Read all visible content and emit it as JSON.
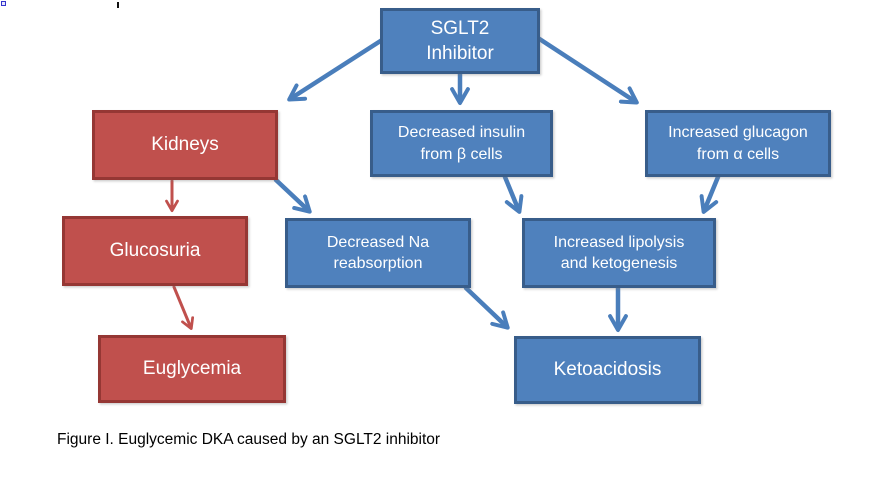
{
  "diagram": {
    "nodes": {
      "sglt2": {
        "label": "SGLT2\nInhibitor",
        "color_role": "blue"
      },
      "kidneys": {
        "label": "Kidneys",
        "color_role": "red"
      },
      "insulin": {
        "label": "Decreased insulin\nfrom β cells",
        "color_role": "blue"
      },
      "glucagon": {
        "label": "Increased glucagon\nfrom α cells",
        "color_role": "blue"
      },
      "glucosuria": {
        "label": "Glucosuria",
        "color_role": "red"
      },
      "na": {
        "label": "Decreased Na\nreabsorption",
        "color_role": "blue"
      },
      "lipolysis": {
        "label": "Increased lipolysis\nand ketogenesis",
        "color_role": "blue"
      },
      "euglycemia": {
        "label": "Euglycemia",
        "color_role": "red"
      },
      "ketoacidosis": {
        "label": "Ketoacidosis",
        "color_role": "blue"
      }
    },
    "edges": [
      {
        "from": "SGLT2 Inhibitor",
        "to": "Kidneys",
        "color": "blue"
      },
      {
        "from": "SGLT2 Inhibitor",
        "to": "Decreased insulin from β cells",
        "color": "blue"
      },
      {
        "from": "SGLT2 Inhibitor",
        "to": "Increased glucagon from α cells",
        "color": "blue"
      },
      {
        "from": "Kidneys",
        "to": "Glucosuria",
        "color": "red"
      },
      {
        "from": "Kidneys",
        "to": "Decreased Na reabsorption",
        "color": "blue"
      },
      {
        "from": "Decreased insulin from β cells",
        "to": "Increased lipolysis and ketogenesis",
        "color": "blue"
      },
      {
        "from": "Increased glucagon from α cells",
        "to": "Increased lipolysis and ketogenesis",
        "color": "blue"
      },
      {
        "from": "Glucosuria",
        "to": "Euglycemia",
        "color": "red"
      },
      {
        "from": "Decreased Na reabsorption",
        "to": "Ketoacidosis",
        "color": "blue"
      },
      {
        "from": "Increased lipolysis and ketogenesis",
        "to": "Ketoacidosis",
        "color": "blue"
      }
    ]
  },
  "caption": "Figure I. Euglycemic DKA caused by an SGLT2 inhibitor",
  "colors": {
    "blue_fill": "#4F81BD",
    "blue_border": "#385D8A",
    "red_fill": "#C0504D",
    "red_border": "#953734",
    "arrow_blue": "#4A7EBB",
    "arrow_red": "#C0504D"
  }
}
